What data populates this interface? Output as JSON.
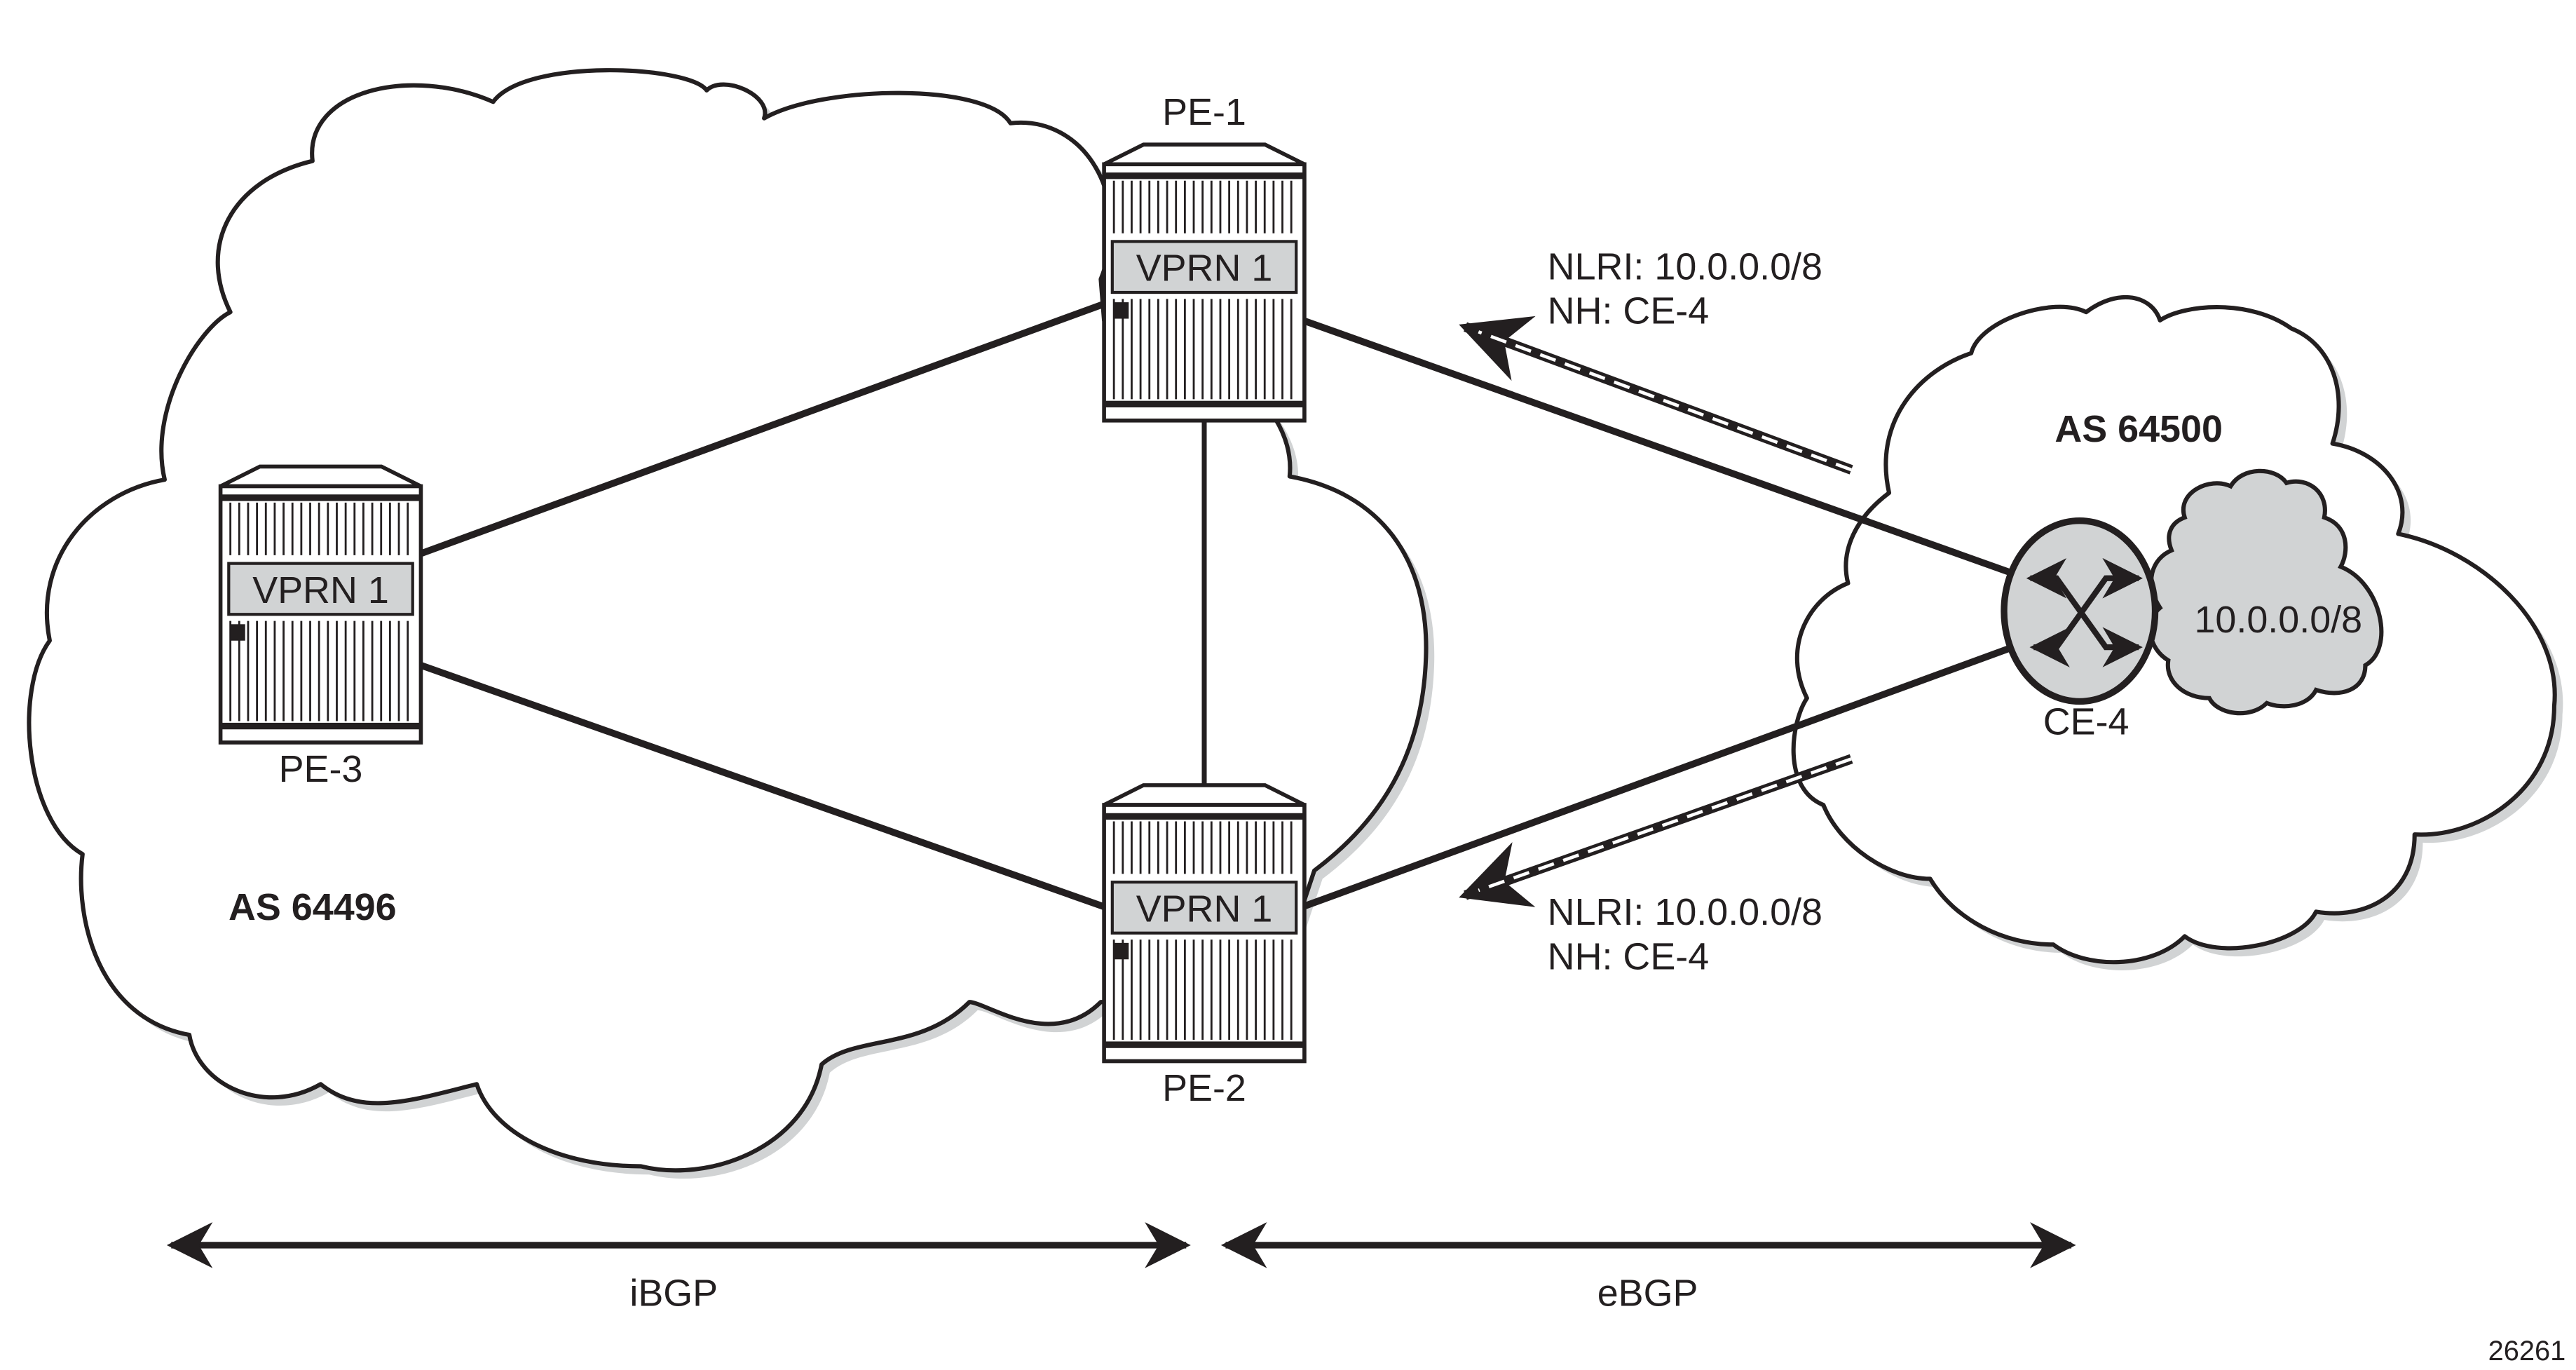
{
  "figure_id": "26261",
  "domains": [
    {
      "id": "as64496",
      "label": "AS 64496",
      "type": "iBGP domain"
    },
    {
      "id": "as64500",
      "label": "AS 64500",
      "type": "customer AS"
    }
  ],
  "routers": {
    "pe1": {
      "name": "PE-1",
      "service": "VPRN 1"
    },
    "pe2": {
      "name": "PE-2",
      "service": "VPRN 1"
    },
    "pe3": {
      "name": "PE-3",
      "service": "VPRN 1"
    },
    "ce4": {
      "name": "CE-4"
    }
  },
  "customer_prefix": "10.0.0.0/8",
  "advertisements": [
    {
      "to": "PE-1",
      "nlri": "NLRI: 10.0.0.0/8",
      "nh": "NH: CE-4"
    },
    {
      "to": "PE-2",
      "nlri": "NLRI: 10.0.0.0/8",
      "nh": "NH: CE-4"
    }
  ],
  "links": [
    {
      "from": "PE-3",
      "to": "PE-1"
    },
    {
      "from": "PE-3",
      "to": "PE-2"
    },
    {
      "from": "PE-1",
      "to": "PE-2"
    },
    {
      "from": "PE-1",
      "to": "CE-4"
    },
    {
      "from": "PE-2",
      "to": "CE-4"
    }
  ],
  "sessions": {
    "ibgp": "iBGP",
    "ebgp": "eBGP"
  }
}
